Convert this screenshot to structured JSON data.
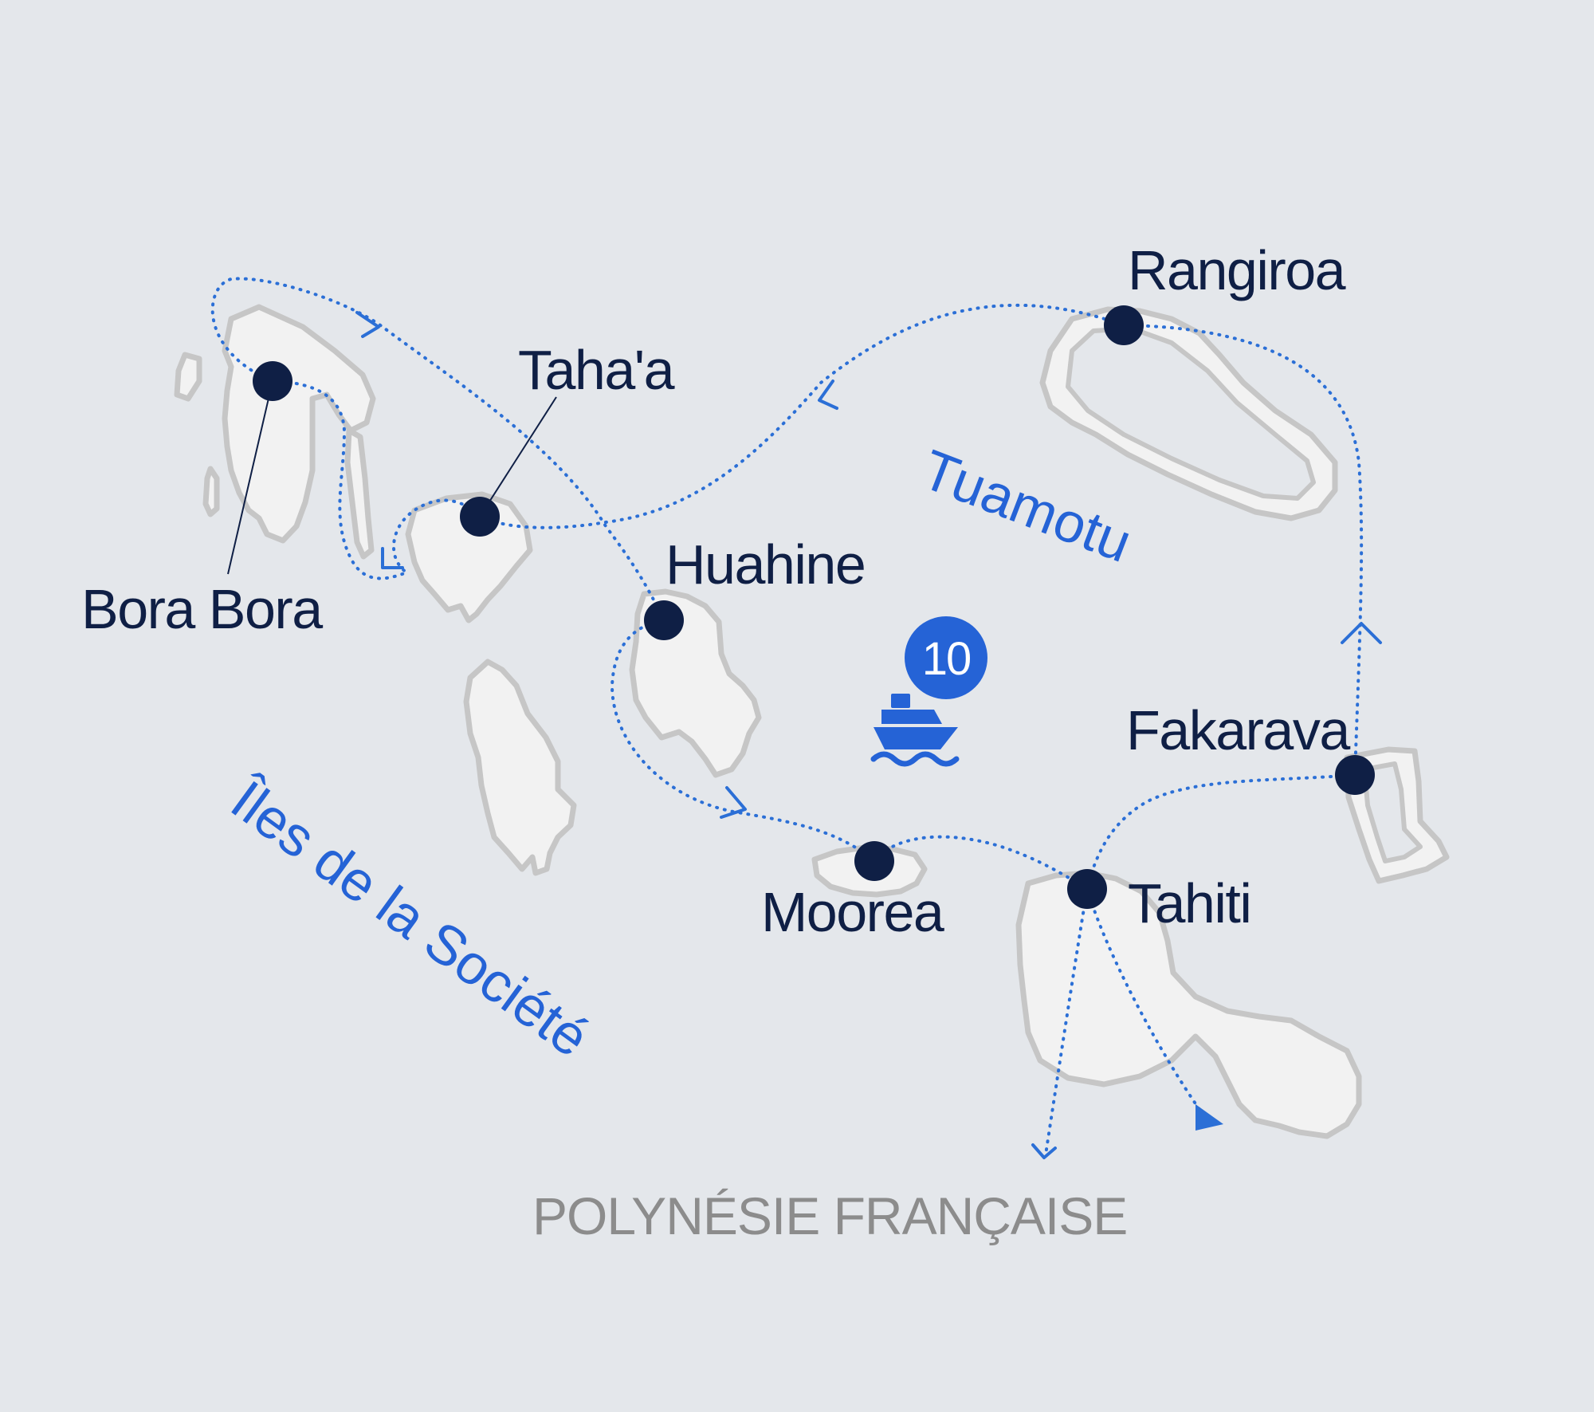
{
  "map": {
    "country_label": "POLYNÉSIE FRANÇAISE",
    "regions": {
      "societe": "Îles de la Société",
      "tuamotu": "Tuamotu"
    },
    "stops": {
      "bora_bora": "Bora Bora",
      "tahaa": "Taha'a",
      "huahine": "Huahine",
      "moorea": "Moorea",
      "tahiti": "Tahiti",
      "fakarava": "Fakarava",
      "rangiroa": "Rangiroa"
    },
    "nights_badge": "10",
    "colors": {
      "background": "#e4e7eb",
      "land": "#f2f2f2",
      "route": "#2b6fd6",
      "stop_marker": "#0f1f45",
      "accent": "#2563d6"
    },
    "icons": [
      "ship-icon",
      "waves-icon",
      "chevron-arrow-icon",
      "triangle-arrow-icon"
    ]
  }
}
